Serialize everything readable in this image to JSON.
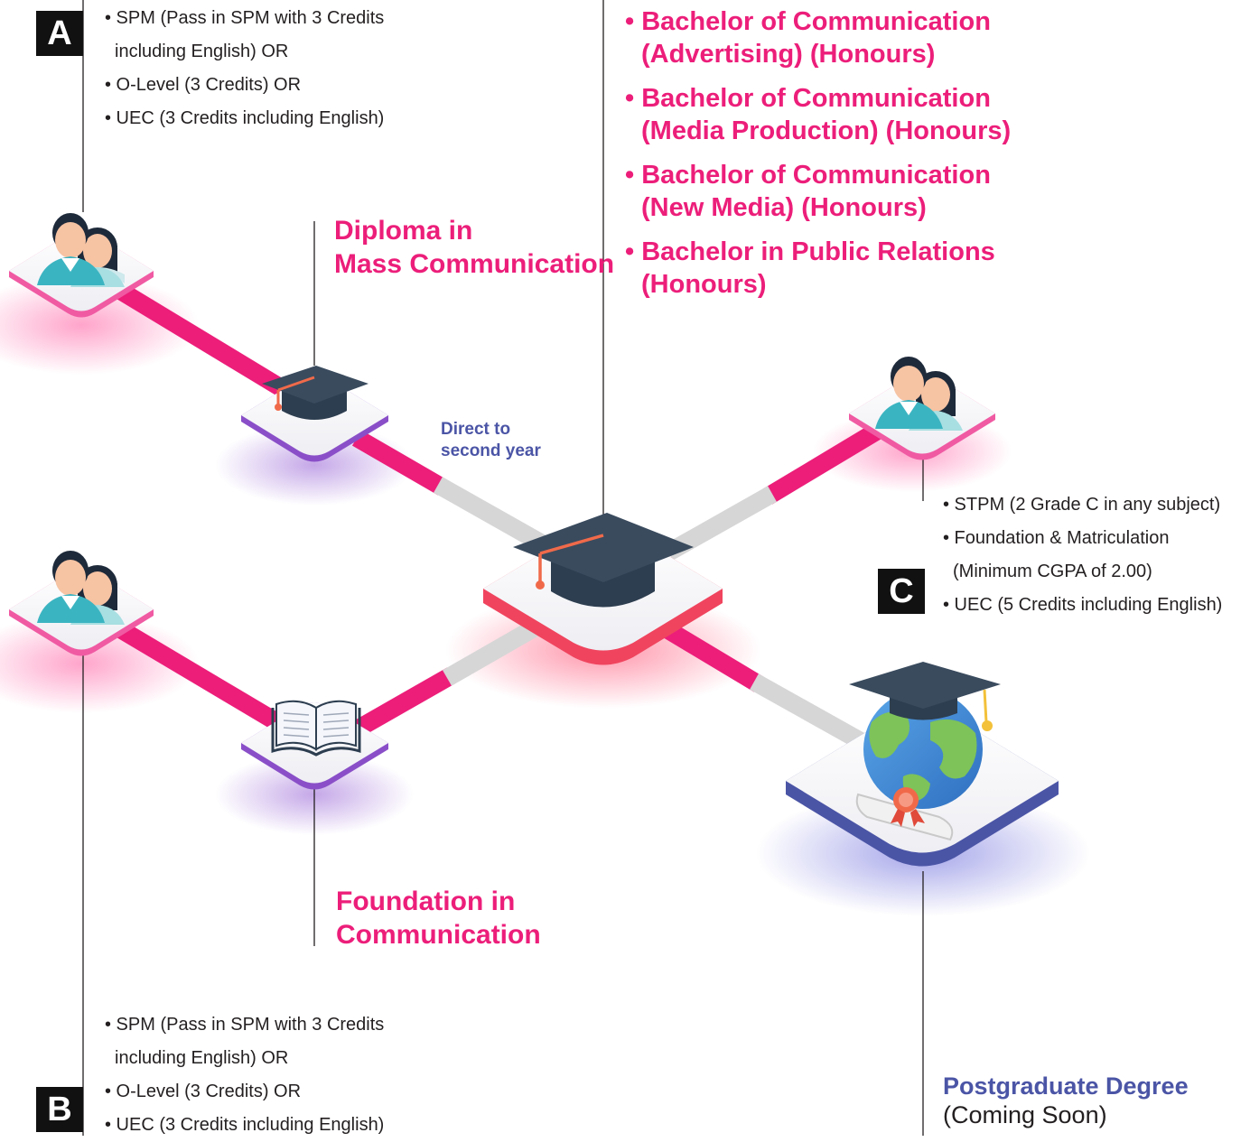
{
  "colors": {
    "accent_pink": "#ec1e7a",
    "accent_indigo": "#4b55a6",
    "connector_grey": "#d6d6d6",
    "text": "#231f20",
    "badge": "#111111"
  },
  "path_a": {
    "badge": "A",
    "requirements": [
      "• SPM (Pass in SPM with 3 Credits",
      "including English) OR",
      "• O-Level (3 Credits) OR",
      "• UEC (3 Credits including English)"
    ]
  },
  "path_b": {
    "badge": "B",
    "requirements": [
      "• SPM (Pass in SPM with 3 Credits",
      "including English) OR",
      "• O-Level (3 Credits) OR",
      "• UEC (3 Credits including English)"
    ]
  },
  "path_c": {
    "badge": "C",
    "requirements": [
      "• STPM (2 Grade C in any subject)",
      "• Foundation & Matriculation",
      "(Minimum CGPA of 2.00)",
      "• UEC (5 Credits including English)"
    ]
  },
  "diploma": {
    "line1": "Diploma in",
    "line2": "Mass Communication"
  },
  "foundation": {
    "line1": "Foundation in",
    "line2": "Communication"
  },
  "direct_note": {
    "line1": "Direct to",
    "line2": "second year"
  },
  "bachelor_programmes": [
    {
      "line1": "• Bachelor of Communication",
      "line2": "(Advertising) (Honours)"
    },
    {
      "line1": "• Bachelor of Communication",
      "line2": "(Media Production) (Honours)"
    },
    {
      "line1": "• Bachelor of Communication",
      "line2": "(New Media) (Honours)"
    },
    {
      "line1": "• Bachelor in Public Relations",
      "line2": "(Honours)"
    }
  ],
  "postgraduate": {
    "title": "Postgraduate Degree",
    "status": "(Coming Soon)"
  },
  "icons": [
    "students-icon",
    "graduation-cap-icon",
    "open-book-icon",
    "globe-diploma-icon"
  ]
}
